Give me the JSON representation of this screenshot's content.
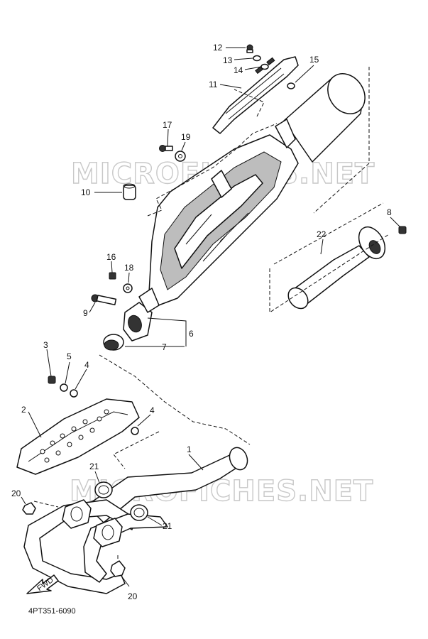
{
  "watermarks": [
    "MICROFICHES.NET",
    "MICROFICHES.NET"
  ],
  "diagram_code": "4PT351-6090",
  "fwd_label": "FWD",
  "callouts": {
    "c12": "12",
    "c13": "13",
    "c14": "14",
    "c11": "11",
    "c15": "15",
    "c17": "17",
    "c19": "19",
    "c10": "10",
    "c8": "8",
    "c22": "22",
    "c16": "16",
    "c18": "18",
    "c9": "9",
    "c6": "6",
    "c7": "7",
    "c3": "3",
    "c5": "5",
    "c4a": "4",
    "c2": "2",
    "c4b": "4",
    "c1": "1",
    "c21a": "21",
    "c20a": "20",
    "c21b": "21",
    "c20b": "20"
  }
}
